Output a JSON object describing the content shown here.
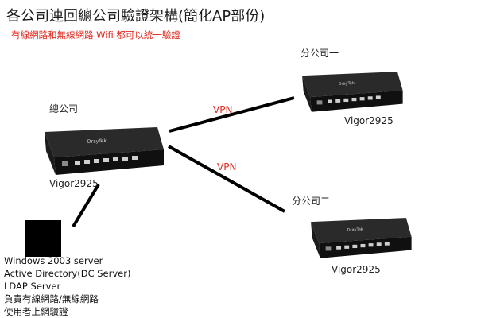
{
  "header": {
    "title": "各公司連回總公司驗證架構(簡化AP部份)",
    "subtitle": "有線網路和無線網路 Wifi 都可以統一驗證"
  },
  "sites": {
    "hq": {
      "name": "總公司",
      "model": "Vigor2925"
    },
    "branch1": {
      "name": "分公司一",
      "model": "Vigor2925"
    },
    "branch2": {
      "name": "分公司二",
      "model": "Vigor2925"
    }
  },
  "links": {
    "vpn1_label": "VPN",
    "vpn2_label": "VPN"
  },
  "server": {
    "lines": [
      "Windows 2003 server",
      "Active Directory(DC Server)",
      "LDAP Server",
      "負責有線網路/無線網路",
      "使用者上網驗證"
    ]
  },
  "router_brand": "DrayTek",
  "colors": {
    "title": "#1a1a1a",
    "accent_red": "#e0281e",
    "line": "#000000",
    "router_body": "#151515"
  }
}
